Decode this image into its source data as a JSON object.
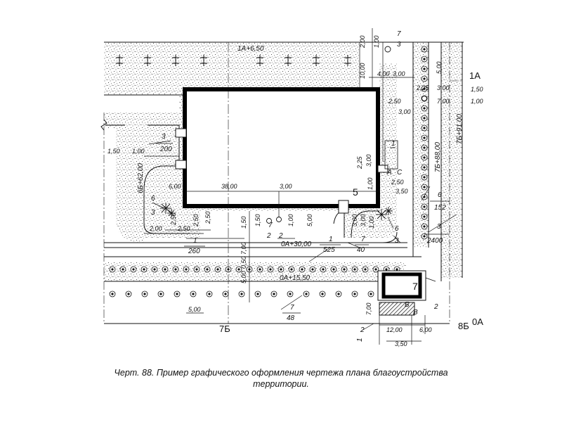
{
  "caption": {
    "line1": "Черт. 88. Пример графического оформления чертежа плана благоустройства",
    "line2": "территории."
  },
  "axes": {
    "bottom_left": "7Б",
    "bottom_right": "8Б",
    "right_bottom": "0А",
    "right_top": "1А"
  },
  "building_number": "5",
  "kiosk_number": "7",
  "elevations": {
    "top": "1А+6,50",
    "mid": "0А+30,00",
    "low": "0А+15,50",
    "left": "6Б+62,00",
    "right1": "7Б+88,00",
    "right2": "7Б+91,00"
  },
  "dims": {
    "d38": "38,00",
    "d300a": "3,00",
    "d600": "6,00",
    "d150l": "1,50",
    "d100l": "1,00",
    "d250a": "2,50",
    "d250b": "2,50",
    "d250c": "2,50",
    "d200a": "2,00",
    "d250d": "2,50",
    "d150b": "1,50",
    "d150c": "1,50",
    "d100b": "1,00",
    "d500a": "5,00",
    "d700": "7,00",
    "d1000": "10,00",
    "d050": "0,50",
    "d500b": "5,00",
    "d500c": "5,00",
    "d200t": "2,00",
    "d100t": "1,00",
    "d400": "4,00",
    "d300t": "3,00",
    "d225": "2,25",
    "d300r": "3,00",
    "d700r": "7,00",
    "d300s": "3,00",
    "d150r": "1,50",
    "d100r": "1,00",
    "d500r": "5,00",
    "d225b": "2,25",
    "d300c": "3,00",
    "d100c": "1,00",
    "d250e": "2,50",
    "d350": "3,50",
    "d300d": "3,00",
    "d300e": "3,00",
    "d100d": "1,00",
    "d700b": "7,00",
    "d1200": "12,00",
    "d600b": "6,00",
    "d350b": "3,50"
  },
  "callouts": {
    "c3": "3",
    "c3q": "200",
    "c6a": "6",
    "c3b": "3",
    "c1": "1",
    "c1q": "260",
    "c2": "2",
    "c7a": "7",
    "c1b": "1",
    "c1bq": "525",
    "c7b": "7",
    "c7bq": "40",
    "c7c": "7",
    "c7cq": "48",
    "c6b": "6",
    "c3c": "3",
    "c7t": "7",
    "c3t": "3",
    "c6r": "6",
    "c6rq": "152",
    "c3r": "3",
    "c3rq": "2400",
    "c1r": "1",
    "cA": "А",
    "cC": "С",
    "cB": "Б",
    "cV": "В",
    "c2b": "2",
    "c2c": "2",
    "c1c": "1",
    "c2d": "2"
  }
}
